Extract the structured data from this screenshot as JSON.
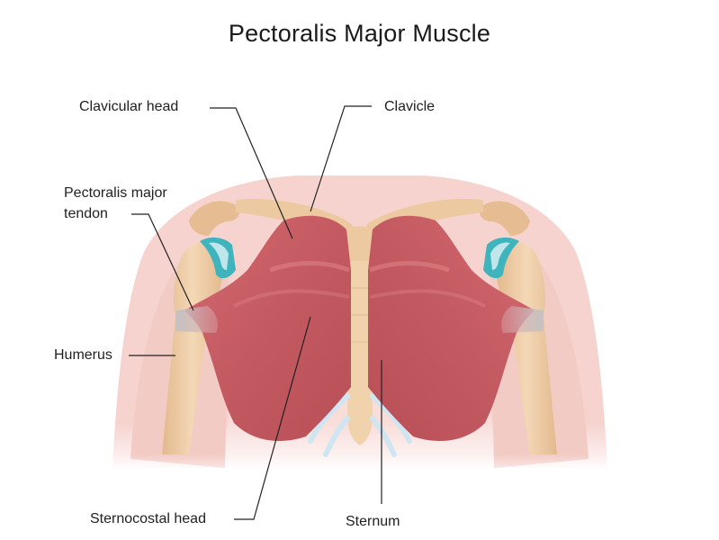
{
  "title": "Pectoralis Major Muscle",
  "labels": {
    "clavicular_head": "Clavicular head",
    "clavicle": "Clavicle",
    "pectoralis_tendon_line1": "Pectoralis major",
    "pectoralis_tendon_line2": "tendon",
    "humerus": "Humerus",
    "sternocostal_head": "Sternocostal head",
    "sternum": "Sternum"
  },
  "colors": {
    "muscle": "#c9585f",
    "muscle_highlight": "#e08a8e",
    "bone": "#ecc9a0",
    "skin": "#f6d3cf",
    "tendon": "#c7c3c4",
    "cartilage": "#3fb4bd",
    "rib_cartilage": "#cfe6f2",
    "leader_line": "#222222"
  }
}
